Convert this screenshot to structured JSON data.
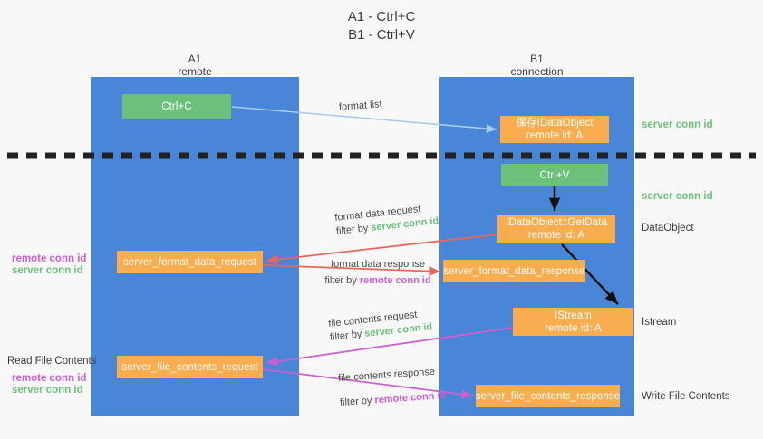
{
  "title": {
    "line1": "A1 - Ctrl+C",
    "line2": "B1 - Ctrl+V"
  },
  "colors": {
    "lane": "#4a86d8",
    "green_box": "#6cc17a",
    "orange_box": "#f9ad4e",
    "green_text": "#6cc17a",
    "magenta_text": "#cc5fd0",
    "blue_arrow": "#a8cdec",
    "red_arrow": "#e8675a",
    "magenta_arrow": "#cc5fd0",
    "black_arrow": "#000000",
    "background": "#f8f8f8"
  },
  "lanes": [
    {
      "name": "A1",
      "sub": "remote"
    },
    {
      "name": "B1",
      "sub": "connection"
    }
  ],
  "nodes": {
    "ctrl_c": {
      "line1": "Ctrl+C",
      "line2": ""
    },
    "save_dataobject": {
      "line1": "保存IDataObject",
      "line2": "remote id: A"
    },
    "ctrl_v": {
      "line1": "Ctrl+V",
      "line2": ""
    },
    "getdata": {
      "line1": "IDataObject::GetData",
      "line2": "remote id: A"
    },
    "istream": {
      "line1": "IStream",
      "line2": "remote id: A"
    },
    "format_data_request": {
      "line1": "server_format_data_request",
      "line2": ""
    },
    "format_data_response": {
      "line1": "server_format_data_response",
      "line2": ""
    },
    "file_contents_request": {
      "line1": "server_file_contents_request",
      "line2": ""
    },
    "file_contents_response": {
      "line1": "server_file_contents_response",
      "line2": ""
    }
  },
  "captions": {
    "format_list": "format list",
    "format_data_request": "format data request",
    "format_data_request_filter_prefix": "filter by ",
    "format_data_request_filter_key": "server conn id",
    "format_data_response": "format data response",
    "format_data_response_filter_prefix": "filter by ",
    "format_data_response_filter_key": "remote conn id",
    "file_contents_request": "file contents request",
    "file_contents_request_filter_prefix": "filter by ",
    "file_contents_request_filter_key": "server conn id",
    "file_contents_response": "file contents response",
    "file_contents_response_filter_prefix": "filter by ",
    "file_contents_response_filter_key": "remote conn id"
  },
  "right_labels": {
    "server_conn_id_top": "server conn id",
    "server_conn_id_mid": "server conn id",
    "dataobject": "DataObject",
    "istream": "Istream",
    "write_file_contents": "Write File Contents"
  },
  "left_labels": {
    "remote_conn_id_mid": "remote conn id",
    "server_conn_id_mid": "server conn id",
    "read_file_contents": "Read File Contents",
    "remote_conn_id_low": "remote conn id",
    "server_conn_id_low": "server conn id"
  }
}
